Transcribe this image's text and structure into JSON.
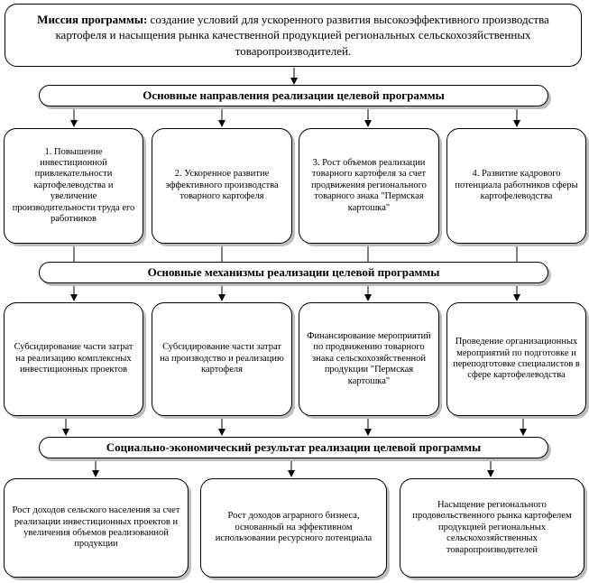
{
  "mission": {
    "label": "Миссия программы:",
    "text": "создание условий для ускоренного развития высокоэффективного производства картофеля и насыщения рынка качественной продукцией региональных сельскохозяйственных товаропроизводителей."
  },
  "directions": {
    "title": "Основные направления реализации целевой программы",
    "items": [
      "1. Повышение инвестиционной привлекательности картофелеводства и увеличение производительности труда его работников",
      "2. Ускоренное развитие эффективного производства товарного картофеля",
      "3. Рост объемов реализации товарного картофеля за счет продвижения регионального товарного знака \"Пермская картошка\"",
      "4. Развитие кадрового потенциала работников сферы картофелеводства"
    ]
  },
  "mechanisms": {
    "title": "Основные механизмы реализации целевой программы",
    "items": [
      "Субсидирование части затрат на реализацию комплексных инвестиционных проектов",
      "Субсидирование части затрат на производство и реализацию картофеля",
      "Финансирование мероприятий по продвижению товарного знака сельскохозяйственной продукции \"Пермская картошка\"",
      "Проведение организационных мероприятий по подготовке и переподготовке специалистов в сфере картофелеводства"
    ]
  },
  "results": {
    "title": "Социально-экономический результат реализации целевой программы",
    "items": [
      "Рост доходов сельского населения за счет реализации инвестиционных проектов и увеличения объемов реализованной продукции",
      "Рост доходов аграрного бизнеса, основанный на эффективном использовании ресурсного потенциала",
      "Насыщение регионального продовольственного рынка картофелем продукцией региональных сельскохозяйственных товаропроизводителей"
    ]
  }
}
